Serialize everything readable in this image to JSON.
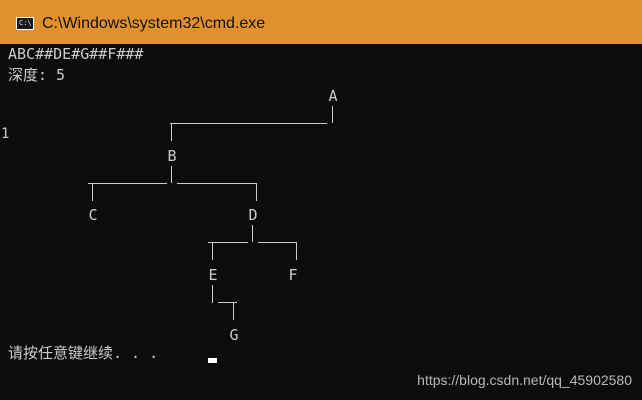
{
  "window": {
    "title": "C:\\Windows\\system32\\cmd.exe",
    "icon_label": "C:\\."
  },
  "console": {
    "line1": "ABC##DE#G##F###",
    "line2": "深度: 5",
    "prompt": "请按任意键继续. . .",
    "left_mark": "1"
  },
  "tree": {
    "nodes": {
      "A": "A",
      "B": "B",
      "C": "C",
      "D": "D",
      "E": "E",
      "F": "F",
      "G": "G"
    }
  },
  "watermark": "https://blog.csdn.net/qq_45902580",
  "colors": {
    "titlebar": "#e0902c",
    "background": "#0c0c0c",
    "text": "#cccccc"
  }
}
